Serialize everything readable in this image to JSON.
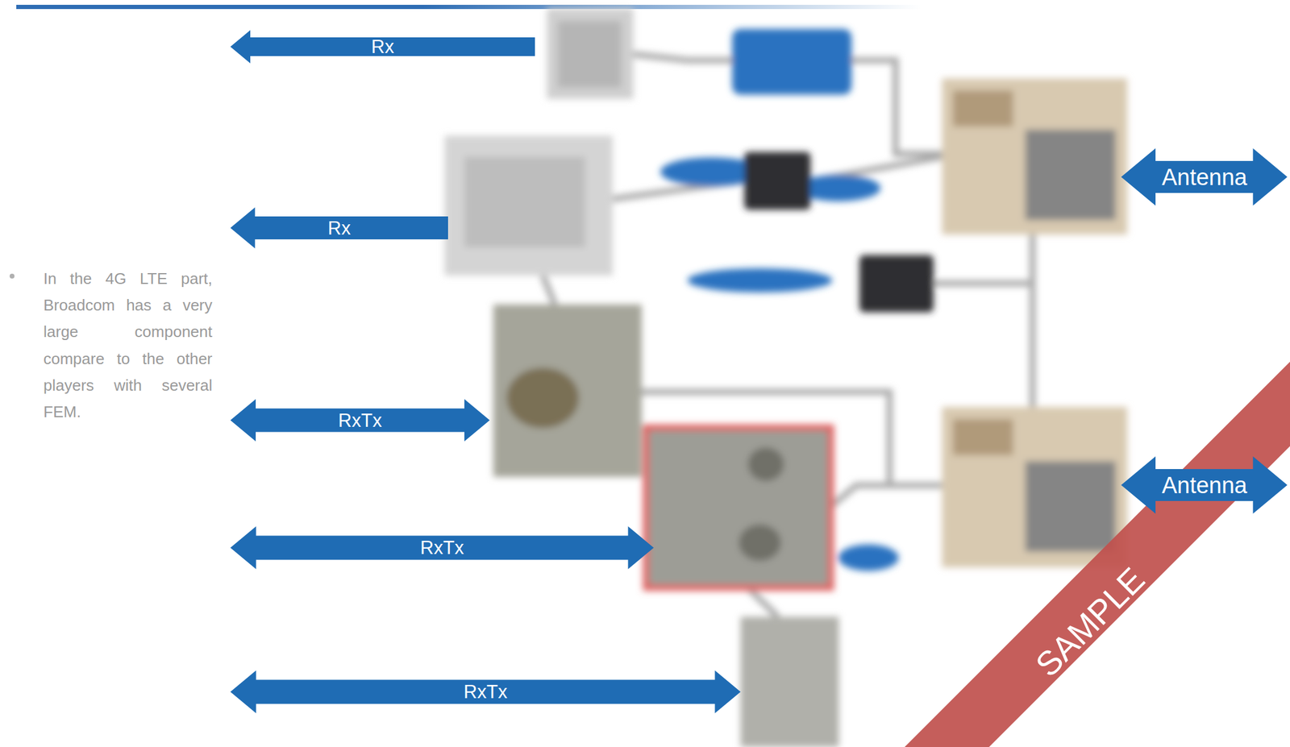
{
  "diagram": {
    "nodes": [
      {
        "text": [
          "Rx"
        ]
      },
      {
        "text": [
          "Antenna"
        ]
      },
      {
        "text": [
          "Rx"
        ]
      },
      {
        "text": [
          "RxTx"
        ]
      },
      {
        "text": [
          "Antenna"
        ]
      },
      {
        "text": [
          "RxTx"
        ]
      },
      {
        "text": [
          "RxTx"
        ]
      }
    ],
    "labels": [
      "In the 4G LTE part, Broadcom has a very large component compare to the other players with several FEM.",
      "SAMPLE"
    ]
  }
}
